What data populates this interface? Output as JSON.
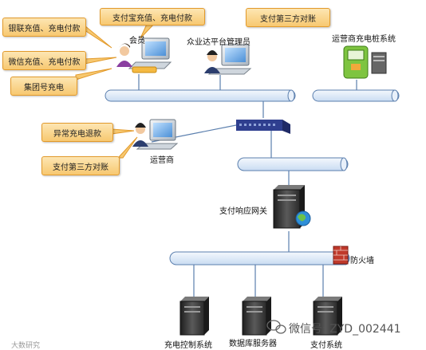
{
  "callouts": {
    "unionpay": "银联充值、充电付款",
    "alipay": "支付宝充值、充电付款",
    "third_party_top": "支付第三方对账",
    "wechat": "微信充值、充电付款",
    "group": "集团号充电",
    "refund": "异常充电退款",
    "third_party_bottom": "支付第三方对账"
  },
  "nodes": {
    "member": "会员",
    "platform_admin": "众业达平台管理员",
    "operator_charger": "运营商充电桩系统",
    "operator": "运营商",
    "gateway": "支付响应网关",
    "firewall": "防火墙",
    "charge_control": "充电控制系统",
    "db_server": "数据库服务器",
    "payment_system": "支付系统"
  },
  "watermark": {
    "wechat_id": "微信号: ZYD_002441",
    "logo": "大数研究"
  },
  "colors": {
    "callout_fill": "#f8cf7f",
    "callout_border": "#e29a2b",
    "bus_fill": "#dbe9f8",
    "bus_border": "#5b7fae",
    "line": "#5b7fae",
    "firewall": "#c0392b"
  }
}
